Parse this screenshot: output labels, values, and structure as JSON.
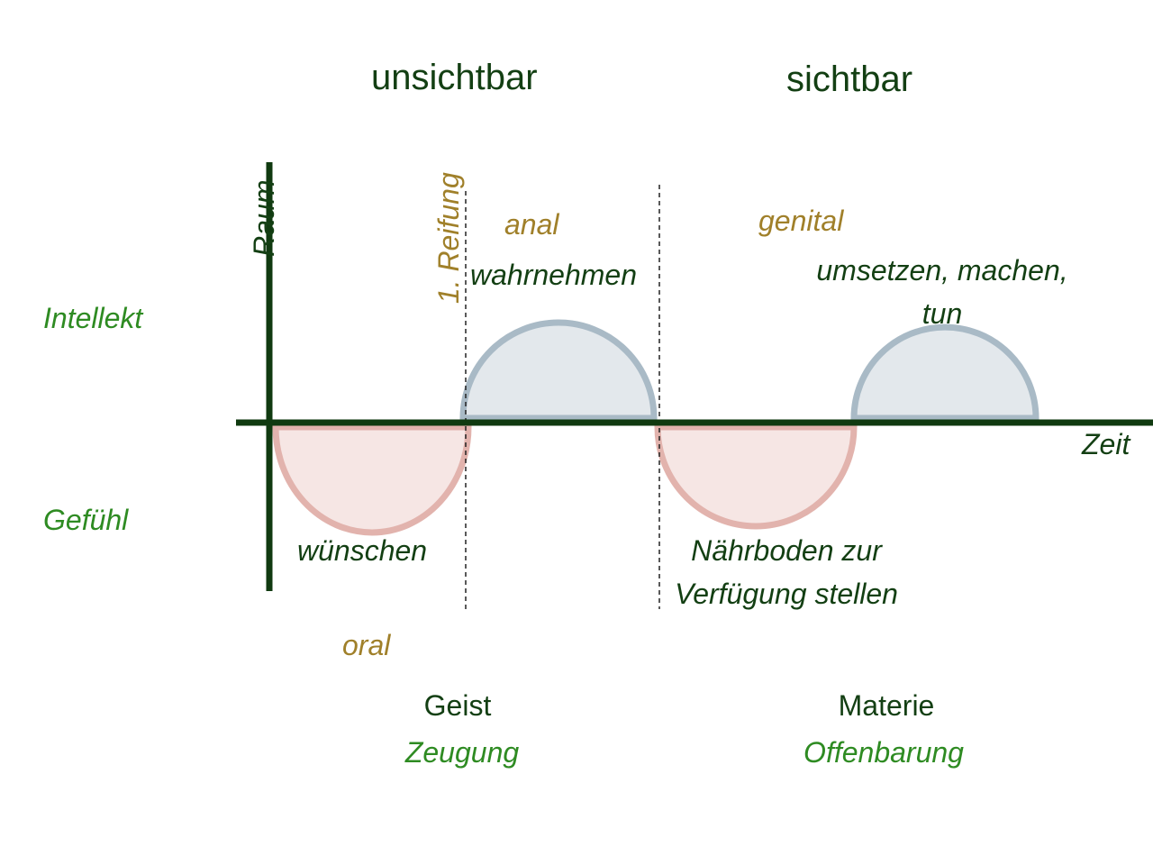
{
  "headers": {
    "left": "unsichtbar",
    "right": "sichtbar"
  },
  "axes": {
    "vertical": "Raum",
    "horizontal": "Zeit"
  },
  "side_labels": {
    "top": "Intellekt",
    "bottom": "Gefühl"
  },
  "milestone": "1. Reifung",
  "phases": {
    "oral": {
      "stage": "oral",
      "action": "wünschen"
    },
    "anal": {
      "stage": "anal",
      "action": "wahrnehmen"
    },
    "second_low": {
      "action_line1": "Nährboden zur",
      "action_line2": "Verfügung stellen"
    },
    "genital": {
      "stage": "genital",
      "action_line1": "umsetzen, machen,",
      "action_line2": "tun"
    }
  },
  "footer": {
    "left_title": "Geist",
    "left_sub": "Zeugung",
    "right_title": "Materie",
    "right_sub": "Offenbarung"
  },
  "colors": {
    "axis": "#103a10",
    "upper_fill": "#e3e8ec",
    "upper_stroke": "#a9bac6",
    "lower_fill": "#f6e6e4",
    "lower_stroke": "#e2b3ad",
    "green_text": "#2e8b22",
    "olive_text": "#a0802a",
    "dark_text": "#133f13"
  }
}
